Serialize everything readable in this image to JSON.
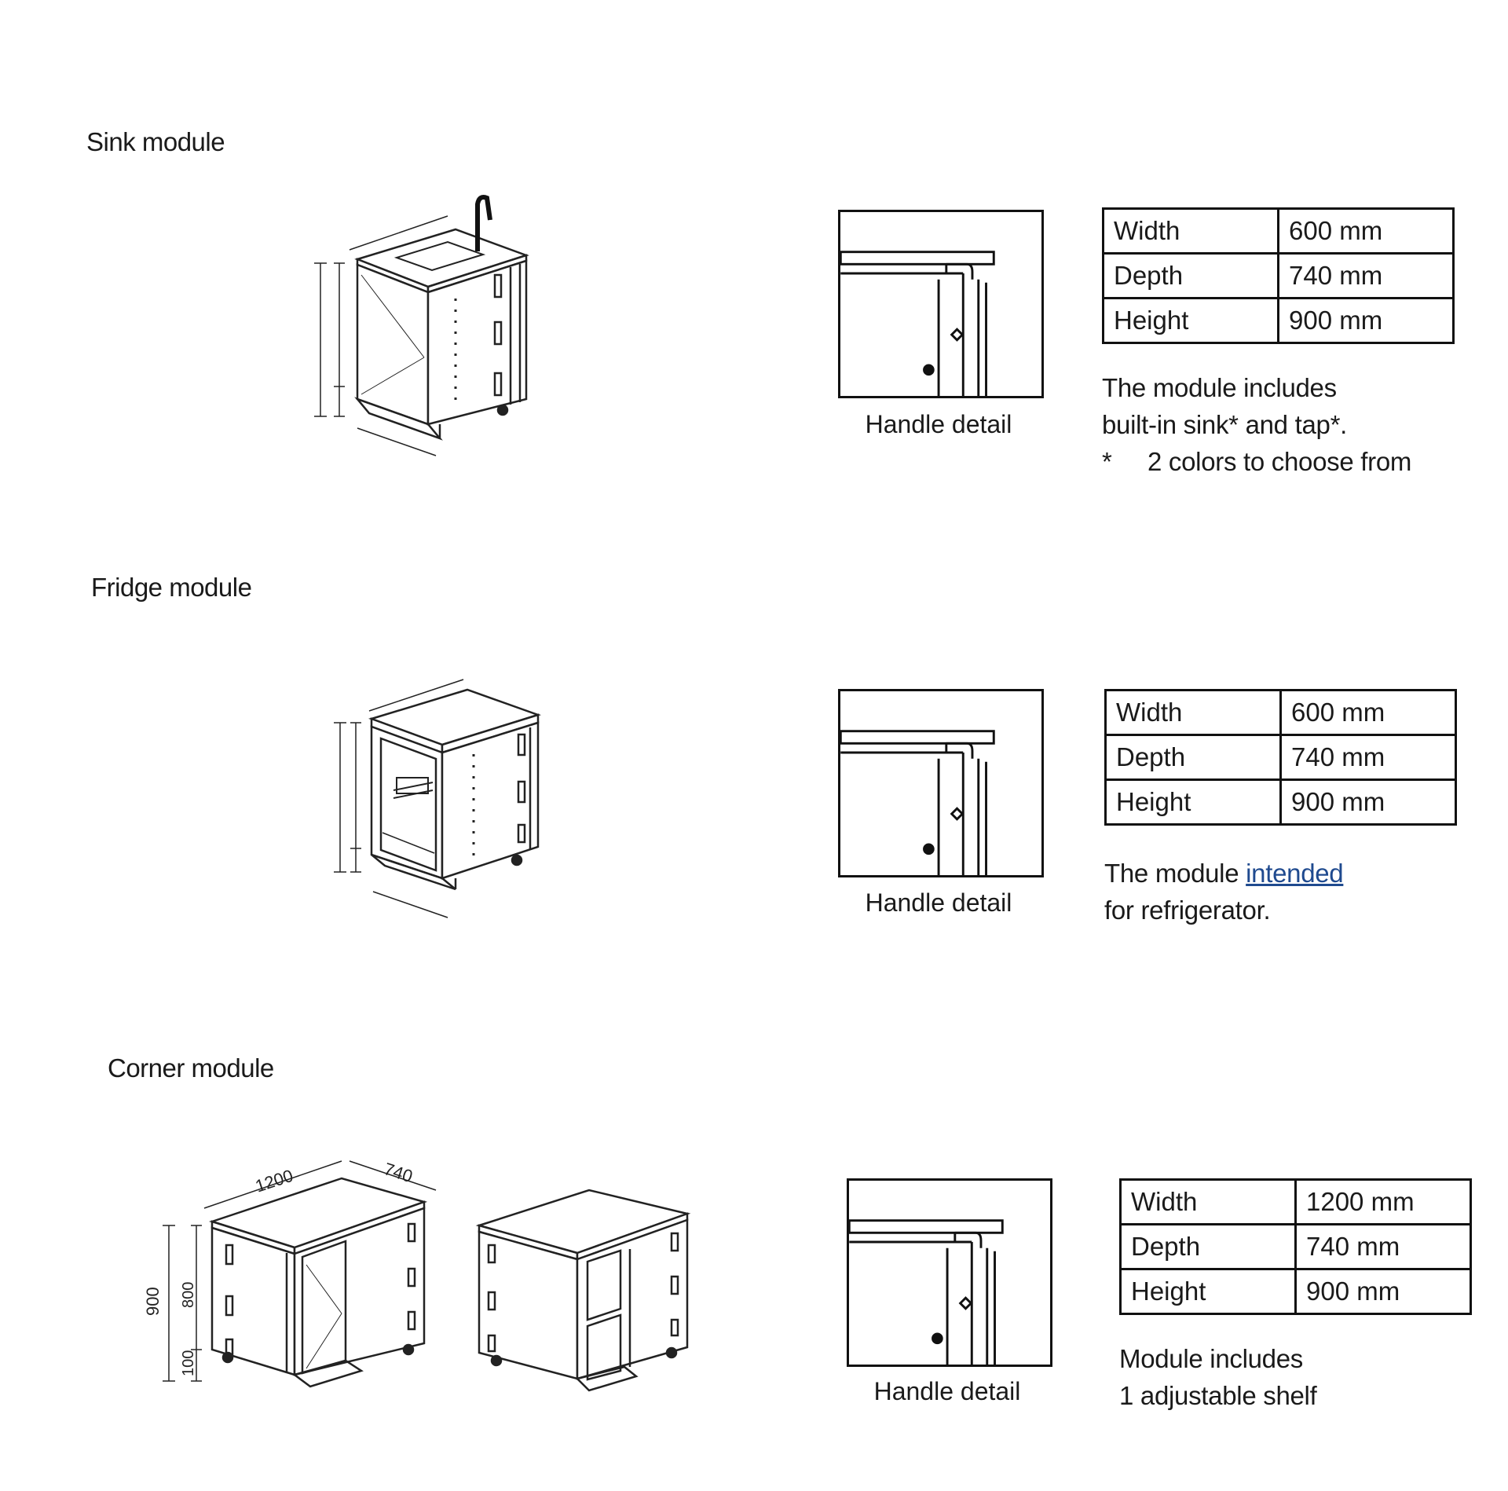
{
  "sections": [
    {
      "title": "Sink module",
      "handle_caption": "Handle detail",
      "specs": [
        {
          "label": "Width",
          "value": "600 mm"
        },
        {
          "label": "Depth",
          "value": "740 mm"
        },
        {
          "label": "Height",
          "value": "900 mm"
        }
      ],
      "note_line1": "The module includes",
      "note_line2": "built-in sink* and tap*.",
      "note_bullet": "*",
      "note_line3": "2 colors to choose from"
    },
    {
      "title": "Fridge module",
      "handle_caption": "Handle detail",
      "specs": [
        {
          "label": "Width",
          "value": "600 mm"
        },
        {
          "label": "Depth",
          "value": "740 mm"
        },
        {
          "label": "Height",
          "value": "900 mm"
        }
      ],
      "note_prefix": "The module ",
      "note_link": "intended",
      "note_line2": "for refrigerator."
    },
    {
      "title": "Corner module",
      "handle_caption": "Handle detail",
      "specs": [
        {
          "label": "Width",
          "value": "1200 mm"
        },
        {
          "label": "Depth",
          "value": "740 mm"
        },
        {
          "label": "Height",
          "value": "900 mm"
        }
      ],
      "note_line1": "Module includes",
      "note_line2": "1 adjustable shelf",
      "dim_width": "1200",
      "dim_depth": "740",
      "dim_height": "900",
      "dim_body": "800",
      "dim_plinth": "100"
    }
  ]
}
